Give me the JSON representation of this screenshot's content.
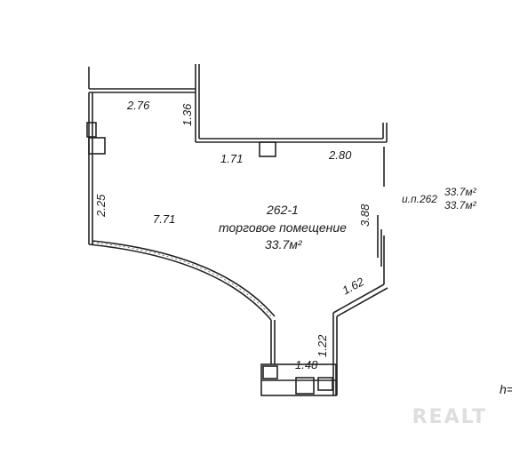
{
  "room": {
    "number": "262-1",
    "name": "торговое помещение",
    "area": "33.7м²"
  },
  "summary": {
    "label": "и.п.262",
    "area_1": "33.7м²",
    "area_2": "33.7м²"
  },
  "dimensions": {
    "top_wall": "2.76",
    "step_height": "1.36",
    "inner_left": "1.71",
    "inner_right": "2.80",
    "left_wall": "2.25",
    "curve": "7.71",
    "right_wall": "3.88",
    "diagonal": "1.62",
    "lower_right": "1.22",
    "bottom": "1.48"
  },
  "h_label": "h=",
  "watermark": "REALT",
  "colors": {
    "line": "#222222",
    "background": "#ffffff"
  }
}
